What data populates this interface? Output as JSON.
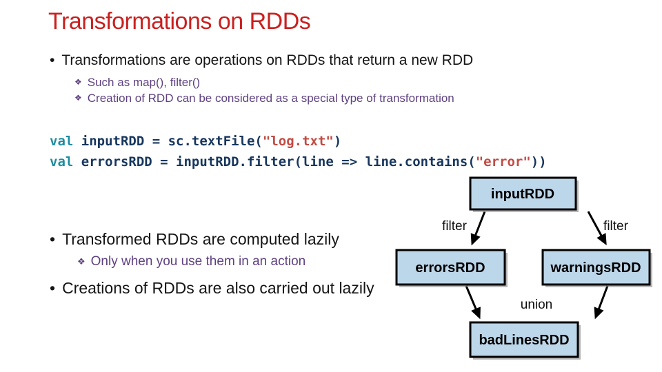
{
  "slide": {
    "title": "Transformations on RDDs",
    "bullet_char": "•",
    "sub_bullet_char": "❖",
    "bullet1": "Transformations are operations on RDDs that return a new RDD",
    "sub1a": "Such as map(), filter()",
    "sub1b": "Creation of RDD can be considered as a special type of transformation",
    "bullet2": "Transformed RDDs are computed lazily",
    "sub2a": "Only when you use them in an action",
    "bullet3": "Creations of RDDs are also carried out lazily"
  },
  "code": {
    "line1": [
      {
        "t": "val",
        "c": "keyword"
      },
      {
        "t": " inputRDD = sc.textFile(",
        "c": "plain"
      },
      {
        "t": "\"log.txt\"",
        "c": "string"
      },
      {
        "t": ")",
        "c": "plain"
      }
    ],
    "line2": [
      {
        "t": "val",
        "c": "keyword"
      },
      {
        "t": " errorsRDD = inputRDD.filter(line => line.contains(",
        "c": "plain"
      },
      {
        "t": "\"error\"",
        "c": "string"
      },
      {
        "t": "))",
        "c": "plain"
      }
    ]
  },
  "diagram": {
    "nodes": [
      {
        "id": "inputRDD",
        "label": "inputRDD"
      },
      {
        "id": "errorsRDD",
        "label": "errorsRDD"
      },
      {
        "id": "warningsRDD",
        "label": "warningsRDD"
      },
      {
        "id": "badLinesRDD",
        "label": "badLinesRDD"
      }
    ],
    "edges": [
      {
        "from": "inputRDD",
        "to": "errorsRDD",
        "label": "filter"
      },
      {
        "from": "inputRDD",
        "to": "warningsRDD",
        "label": "filter"
      },
      {
        "from": "errorsRDD",
        "to": "badLinesRDD",
        "label": "union"
      },
      {
        "from": "warningsRDD",
        "to": "badLinesRDD",
        "label": "union"
      }
    ],
    "box_fill": "#BDD7EA",
    "box_border": "#000000"
  },
  "colors": {
    "title_red": "#C9201F",
    "body_text": "#151515",
    "accent_purple": "#5E4181",
    "code_keyword_teal": "#1E8CA0",
    "code_plain_navy": "#17365D",
    "code_string_red": "#C14B43",
    "diagram_box_fill": "#BDD7EA"
  }
}
